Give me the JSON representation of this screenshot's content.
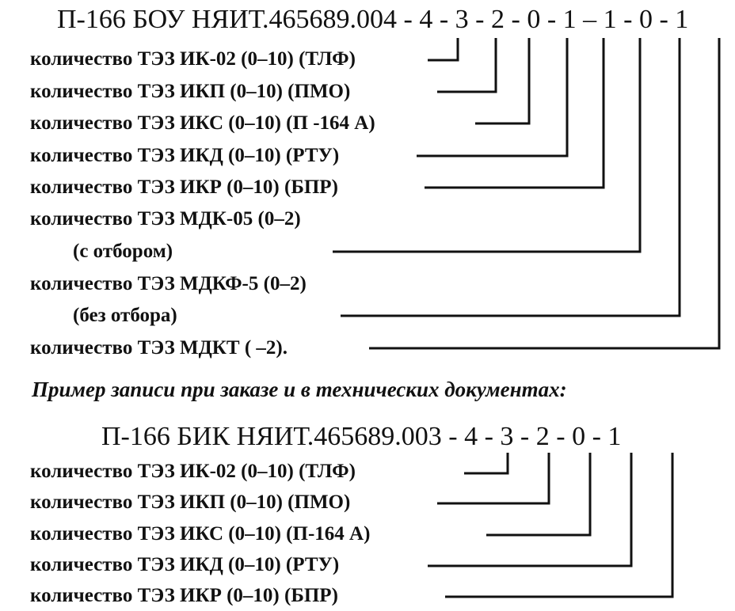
{
  "block1": {
    "code": "П-166 БОУ НЯИТ.465689.004 - 4 - 3 - 2 - 0 - 1 – 1 - 0 - 1",
    "labels": [
      "количество ТЭЗ ИК-02 (0–10) (ТЛФ)",
      "количество ТЭЗ ИКП (0–10) (ПМО)",
      "количество ТЭЗ ИКС (0–10) (П -164 А)",
      "количество ТЭЗ ИКД (0–10) (РТУ)",
      "количество ТЭЗ ИКР (0–10) (БПР)",
      "количество ТЭЗ МДК-05 (0–2)",
      "(с отбором)",
      "количество ТЭЗ МДКФ-5 (0–2)",
      "(без отбора)",
      "количество ТЭЗ МДКТ ( –2)."
    ]
  },
  "example_heading": "Пример записи при заказе и в технических документах:",
  "block2": {
    "code": "П-166 БИК НЯИТ.465689.003 - 4 - 3 - 2 - 0 - 1",
    "labels": [
      "количество ТЭЗ ИК-02 (0–10) (ТЛФ)",
      "количество ТЭЗ ИКП (0–10) (ПМО)",
      "количество ТЭЗ ИКС (0–10) (П-164 А)",
      "количество ТЭЗ ИКД (0–10) (РТУ)",
      "количество ТЭЗ ИКР (0–10) (БПР)"
    ]
  }
}
